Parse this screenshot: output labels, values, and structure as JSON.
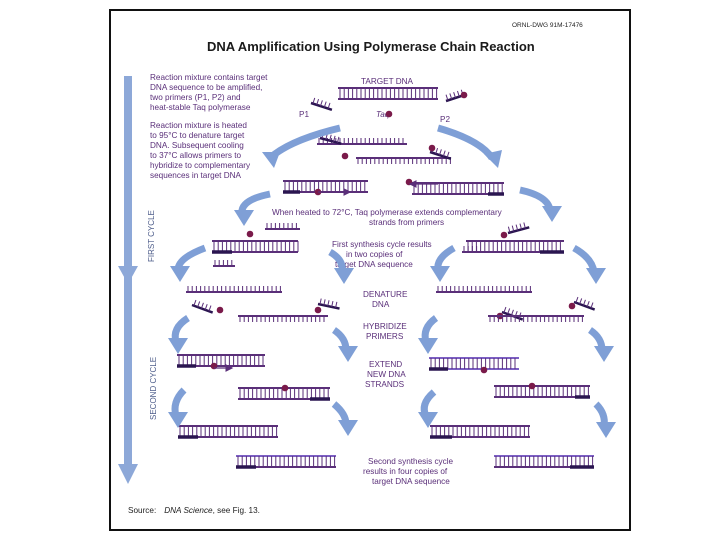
{
  "doc_code": "ORNL-DWG 91M-17476",
  "title": "DNA Amplification Using Polymerase Chain Reaction",
  "intro": {
    "lines": [
      "Reaction mixture contains target",
      "DNA sequence to be amplified,",
      "two primers (P1, P2) and",
      "heat-stable Taq polymerase"
    ]
  },
  "heat_note": {
    "lines": [
      "Reaction mixture is heated",
      "to 95°C to denature target",
      "DNA.  Subsequent cooling",
      "to 37°C allows primers to",
      "hybridize to complementary",
      "sequences in target DNA"
    ]
  },
  "labels": {
    "target_dna": "TARGET DNA",
    "p1": "P1",
    "taq": "Taq",
    "p2": "P2"
  },
  "extend_note": {
    "lines": [
      "When heated to 72°C, Taq polymerase extends complementary",
      "strands from primers"
    ]
  },
  "first_synth": {
    "lines": [
      "First synthesis cycle results",
      "in two copies of",
      "target DNA sequence"
    ]
  },
  "steps": {
    "denature": [
      "DENATURE",
      "DNA"
    ],
    "hybridize": [
      "HYBRIDIZE",
      "PRIMERS"
    ],
    "extend": [
      "EXTEND",
      "NEW DNA",
      "STRANDS"
    ]
  },
  "second_synth": {
    "lines": [
      "Second synthesis cycle",
      "results in four copies of",
      "target DNA sequence"
    ]
  },
  "cycles": {
    "first": "FIRST CYCLE",
    "second": "SECOND CYCLE"
  },
  "source": {
    "prefix": "Source:",
    "book": "DNA Science",
    "suffix": ", see Fig. 13."
  },
  "colors": {
    "strand": "#5a2f79",
    "new_strand": "#7c5fc4",
    "arrow": "#7f9fd6",
    "cycle_bar": "#8da8d8",
    "enzyme": "#7a1a4a"
  }
}
